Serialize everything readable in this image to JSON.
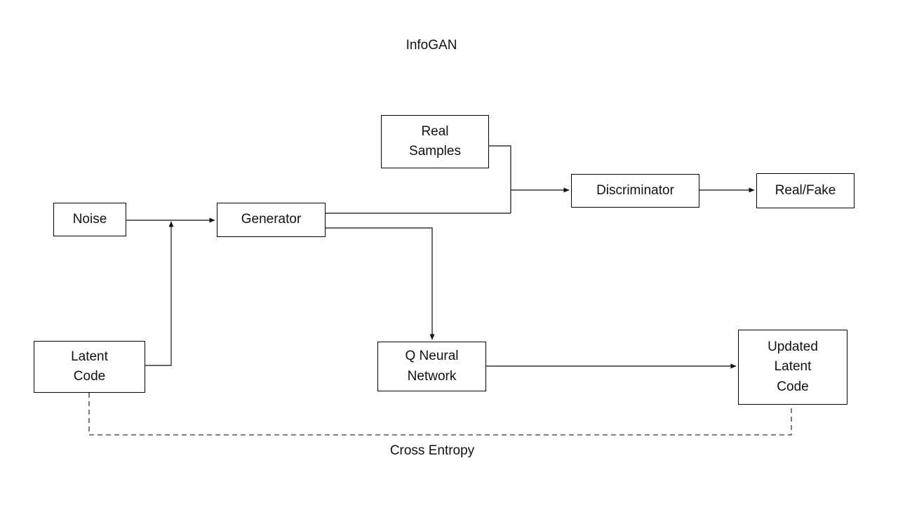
{
  "title": "InfoGAN",
  "nodes": {
    "noise": {
      "label": "Noise"
    },
    "generator": {
      "label": "Generator"
    },
    "real_samples": {
      "label": "Real\nSamples"
    },
    "discriminator": {
      "label": "Discriminator"
    },
    "real_fake": {
      "label": "Real/Fake"
    },
    "latent_code": {
      "label": "Latent\nCode"
    },
    "q_neural_network": {
      "label": "Q Neural\nNetwork"
    },
    "updated_latent_code": {
      "label": "Updated\nLatent\nCode"
    }
  },
  "edges": [
    {
      "from": "Noise",
      "to": "Generator",
      "style": "solid-arrow"
    },
    {
      "from": "Latent Code",
      "to": "Generator input line",
      "style": "solid-arrow"
    },
    {
      "from": "Real Samples",
      "to": "Discriminator input junction",
      "style": "solid-line"
    },
    {
      "from": "Generator",
      "to": "Discriminator input junction",
      "style": "solid-line"
    },
    {
      "from": "Discriminator input junction",
      "to": "Discriminator",
      "style": "solid-arrow"
    },
    {
      "from": "Discriminator",
      "to": "Real/Fake",
      "style": "solid-arrow"
    },
    {
      "from": "Generator",
      "to": "Q Neural Network",
      "style": "solid-arrow"
    },
    {
      "from": "Q Neural Network",
      "to": "Updated Latent Code",
      "style": "solid-arrow"
    },
    {
      "from": "Latent Code",
      "to": "Updated Latent Code",
      "style": "dashed-line",
      "label": "Cross Entropy"
    }
  ],
  "colors": {
    "background": "#ffffff",
    "box_border": "#000000",
    "box_fill": "#ffffff",
    "solid_line": "#333333",
    "dashed_line": "#595959",
    "arrowhead": "#111111",
    "text": "#111111"
  }
}
